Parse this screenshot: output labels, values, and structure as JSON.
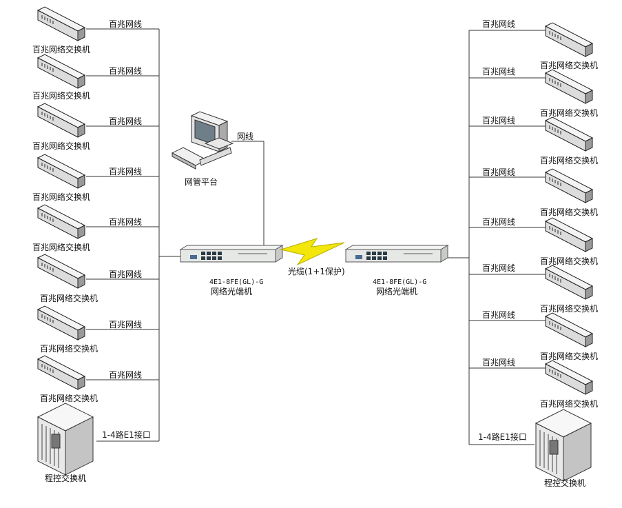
{
  "labels": {
    "link_100m": "百兆网线",
    "switch_100m": "百兆网络交换机",
    "network_cable": "网线",
    "nms_platform": "网管平台",
    "fiber_protect": "光缆(1+1保护)",
    "optical_model": "4E1-8FE(GL)-G",
    "optical_name": "网络光端机",
    "e1_interface": "1-4路E1接口",
    "pbx": "程控交换机"
  },
  "colors": {
    "lightning": "#f2e60a",
    "device_body": "#eef0ee",
    "port_dark": "#2a3a44"
  },
  "icons": [
    "switch-icon",
    "computer-icon",
    "optical-terminal-icon",
    "pbx-icon",
    "lightning-icon"
  ]
}
